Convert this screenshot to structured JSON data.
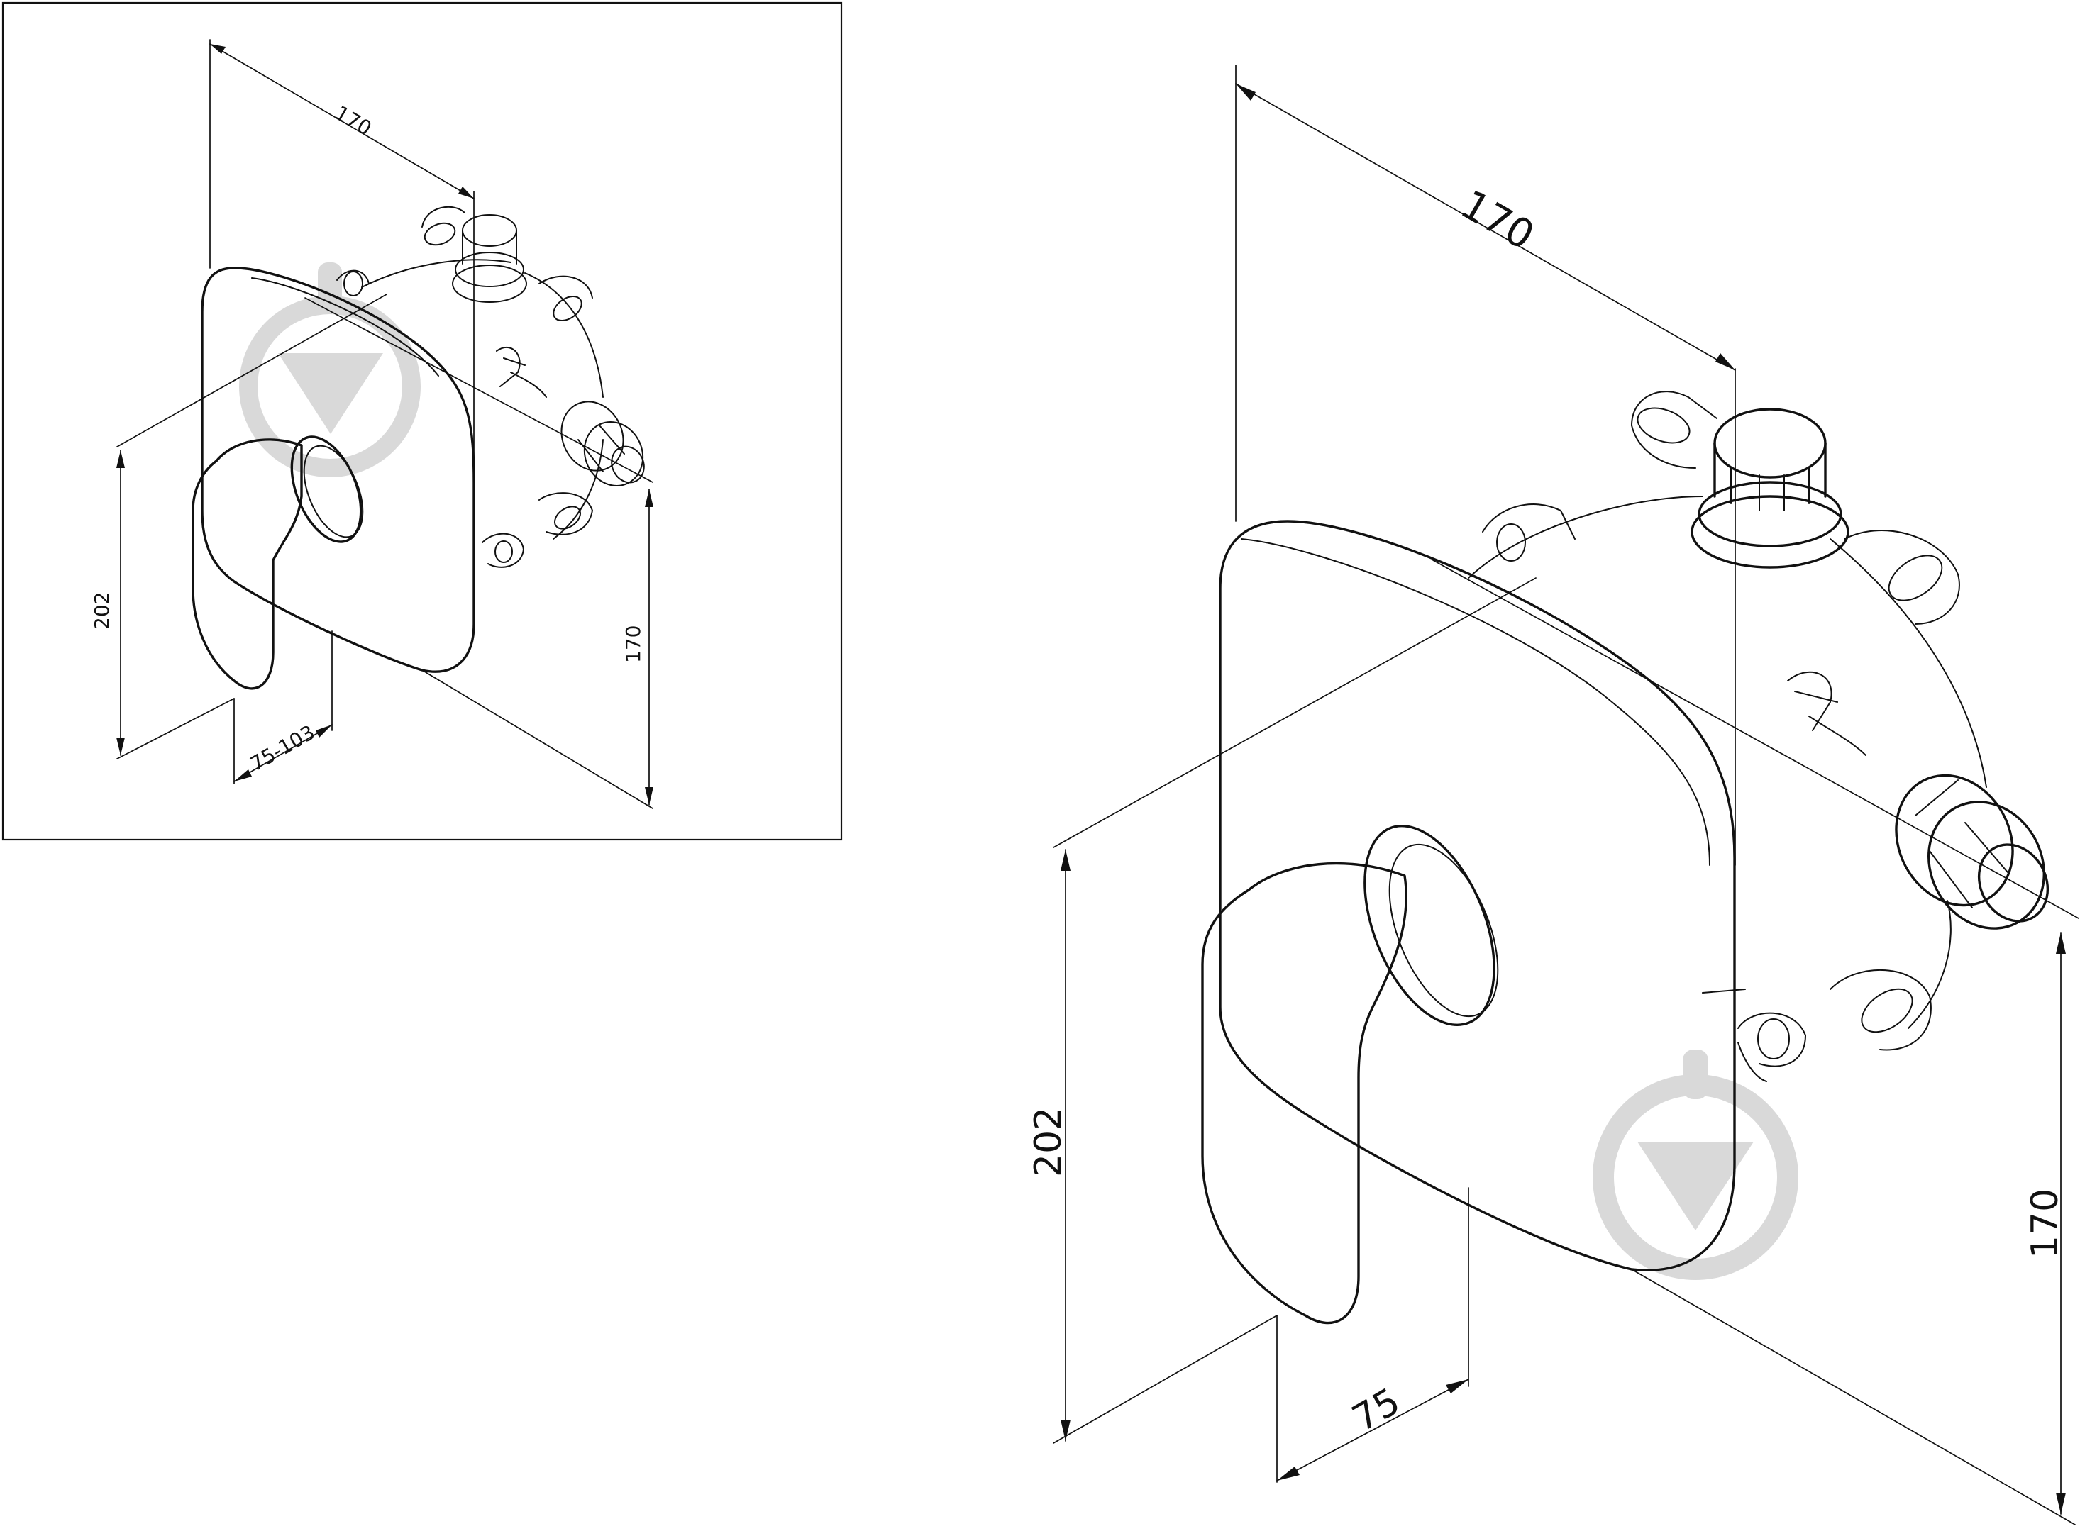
{
  "small_view": {
    "dim_top": "170",
    "dim_height": "202",
    "dim_depth": "75-103",
    "dim_right": "170"
  },
  "large_view": {
    "dim_top": "170",
    "dim_height": "202",
    "dim_depth": "75",
    "dim_right": "170"
  },
  "colors": {
    "line": "#111111",
    "watermark": "#d9d9d9",
    "background": "#ffffff"
  }
}
